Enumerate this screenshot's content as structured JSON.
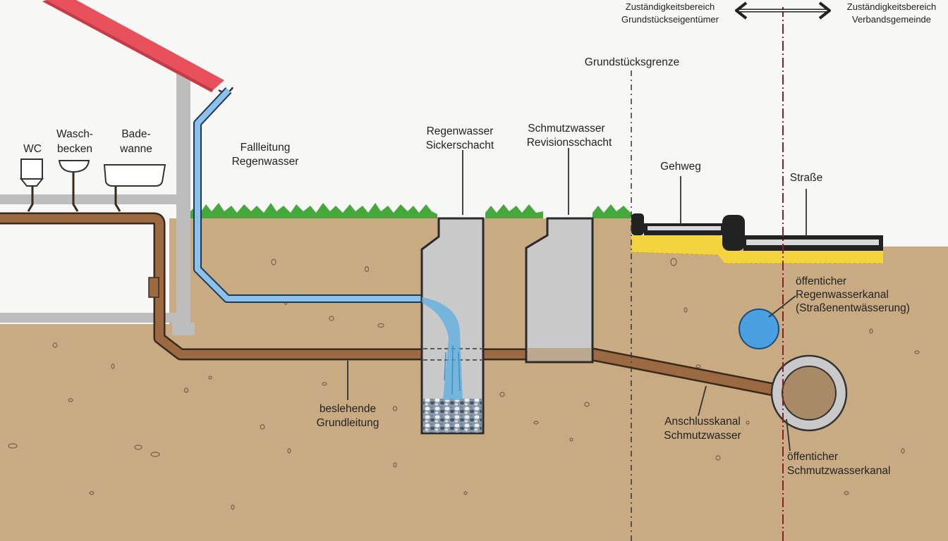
{
  "colors": {
    "soil": "#c9ab83",
    "grass": "#46a83c",
    "sewage_pipe": "#9c6a42",
    "rain_pipe": "#8ec1ea",
    "shaft_fill": "#c9c9c9",
    "roof": "#e8505b",
    "asphalt": "#333333",
    "sand_bed": "#f3d43e",
    "house_wall": "#bdbdbd",
    "ownership_line": "#8b1f1f"
  },
  "labels": {
    "zust_owner_line1": "Zuständigkeitsbereich",
    "zust_owner_line2": "Grundstückseigentümer",
    "zust_muni_line1": "Zuständigkeitsbereich",
    "zust_muni_line2": "Verbandsgemeinde",
    "grenze": "Grundstücksgrenze",
    "wc": "WC",
    "wasch_line1": "Wasch-",
    "wasch_line2": "becken",
    "bade_line1": "Bade-",
    "bade_line2": "wanne",
    "fall_line1": "Fallleitung",
    "fall_line2": "Regenwasser",
    "sicker_line1": "Regenwasser",
    "sicker_line2": "Sickerschacht",
    "revision_line1": "Schmutzwasser",
    "revision_line2": "Revisionsschacht",
    "gehweg": "Gehweg",
    "strasse": "Straße",
    "regenkanal_line1": "öffenticher",
    "regenkanal_line2": "Regenwasserkanal",
    "regenkanal_line3": "(Straßenentwässerung)",
    "grund_line1": "beslehende",
    "grund_line2": "Grundleitung",
    "anschluss_line1": "Anschlusskanal",
    "anschluss_line2": "Schmutzwasser",
    "schmutzkanal_line1": "öffenticher",
    "schmutzkanal_line2": "Schmutzwasserkanal"
  }
}
